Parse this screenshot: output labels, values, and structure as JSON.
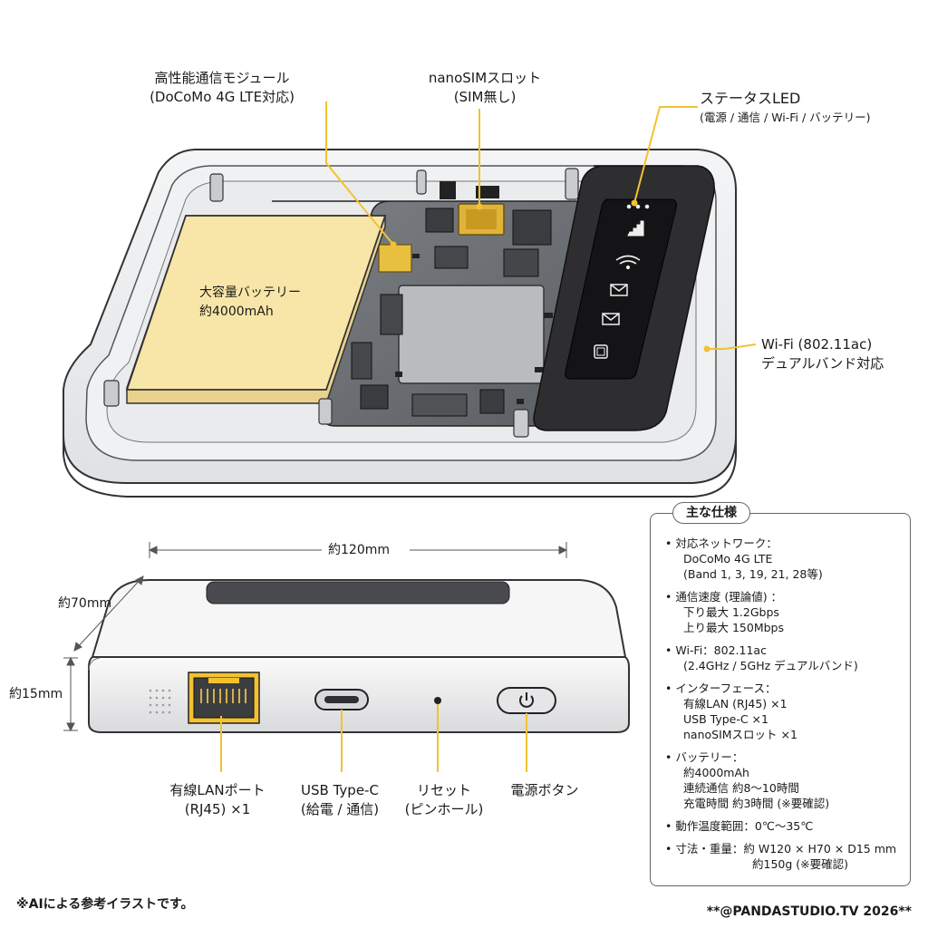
{
  "callouts": {
    "module": {
      "line1": "高性能通信モジュール",
      "line2": "(DoCoMo 4G LTE対応)"
    },
    "sim": {
      "line1": "nanoSIMスロット",
      "line2": "(SIM無し)"
    },
    "led": {
      "line1": "ステータスLED",
      "line2": "(電源 / 通信 / Wi-Fi / バッテリー)"
    },
    "wifi": {
      "line1": "Wi-Fi (802.11ac)",
      "line2": "デュアルバンド対応"
    },
    "battery": {
      "line1": "大容量バッテリー",
      "line2": "約4000mAh"
    }
  },
  "dimensions": {
    "width": "約120mm",
    "depth": "約70mm",
    "height": "約15mm"
  },
  "ports": {
    "lan": {
      "line1": "有線LANポート",
      "line2": "(RJ45) ×1"
    },
    "usb": {
      "line1": "USB Type-C",
      "line2": "(給電 / 通信)"
    },
    "reset": {
      "line1": "リセット",
      "line2": "(ピンホール)"
    },
    "power": {
      "line1": "電源ボタン"
    }
  },
  "specs": {
    "title": "主な仕様",
    "items": [
      {
        "head": "対応ネットワーク：",
        "lines": [
          "DoCoMo 4G LTE",
          "(Band 1, 3, 19, 21, 28等)"
        ]
      },
      {
        "head": "通信速度 (理論値) ：",
        "lines": [
          "下り最大 1.2Gbps",
          "上り最大 150Mbps"
        ]
      },
      {
        "head": "Wi-Fi：802.11ac",
        "lines": [
          "(2.4GHz / 5GHz デュアルバンド)"
        ]
      },
      {
        "head": "インターフェース：",
        "lines": [
          "有線LAN (RJ45) ×1",
          "USB Type-C ×1",
          "nanoSIMスロット ×1"
        ]
      },
      {
        "head": "バッテリー：",
        "lines": [
          "約4000mAh",
          "連続通信 約8～10時間",
          "充電時間 約3時間 (※要確認)"
        ]
      },
      {
        "head": "動作温度範囲：0℃～35℃",
        "lines": []
      },
      {
        "head": "寸法・重量：約 W120 × H70 × D15 mm",
        "lines": [
          "約150g (※要確認)"
        ]
      }
    ]
  },
  "footer_note": "※AIによる参考イラストです。",
  "credit": "**@PANDASTUDIO.TV 2026**",
  "colors": {
    "accent": "#f2c230",
    "battery_fill": "#f8e6a8",
    "led_panel": "#2e2e30",
    "outline": "#333333"
  }
}
